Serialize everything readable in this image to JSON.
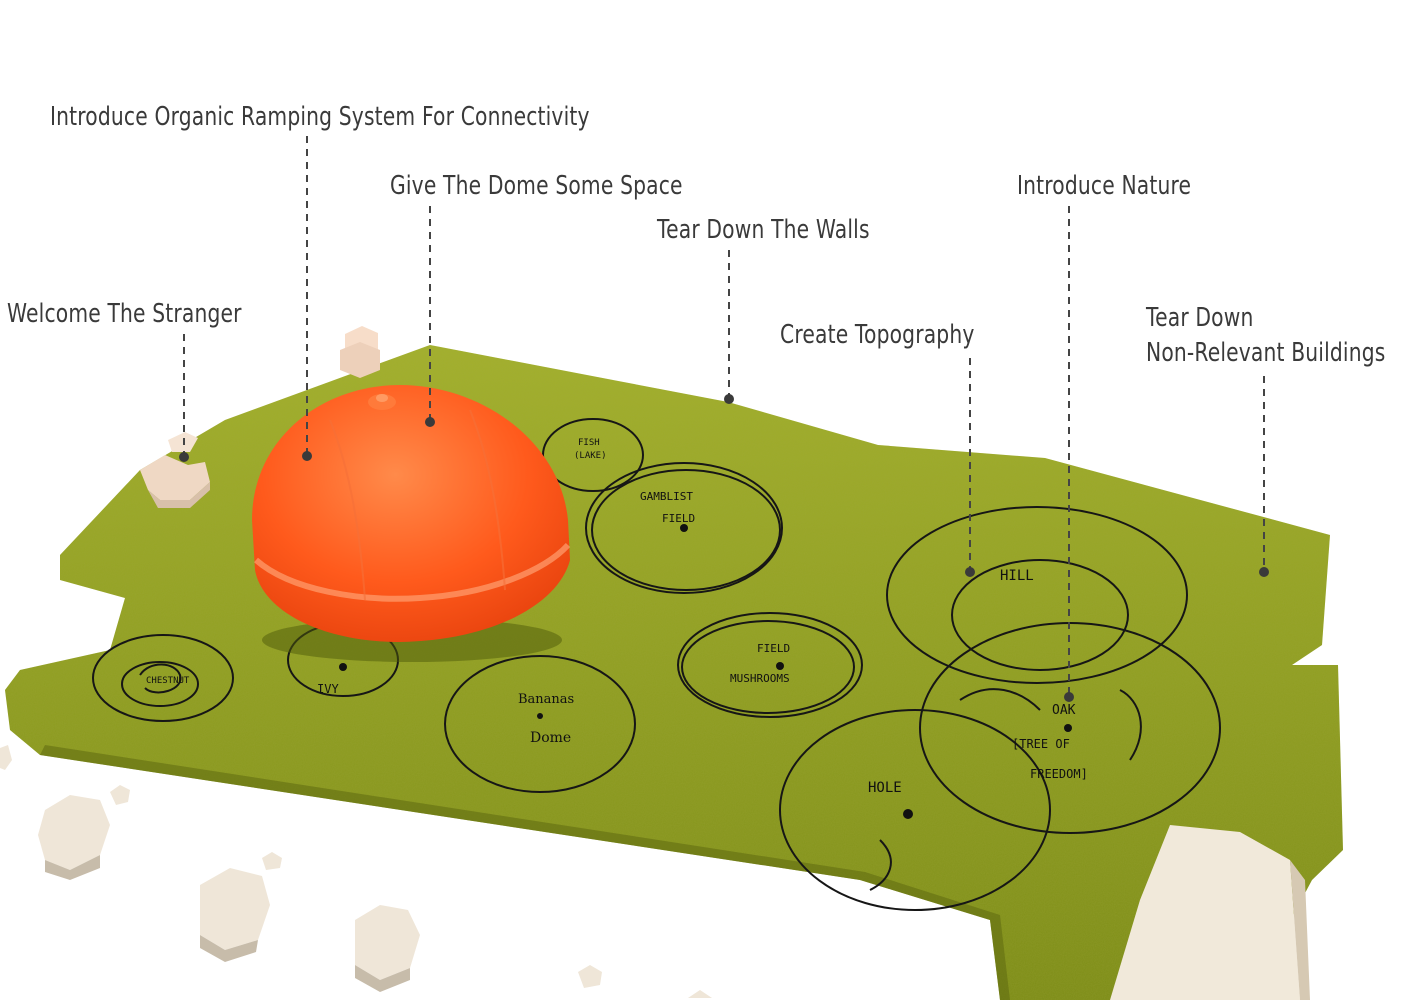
{
  "annotations": [
    {
      "id": "ramping",
      "text": "Introduce Organic Ramping System For Connectivity"
    },
    {
      "id": "dome-space",
      "text": "Give The Dome Some Space"
    },
    {
      "id": "walls",
      "text": "Tear Down The Walls"
    },
    {
      "id": "nature",
      "text": "Introduce Nature"
    },
    {
      "id": "stranger",
      "text": "Welcome The Stranger"
    },
    {
      "id": "topography",
      "text": "Create Topography"
    },
    {
      "id": "teardown",
      "lines": [
        "Tear Down",
        "Non-Relevant Buildings"
      ]
    }
  ],
  "sketch_labels": {
    "fish": "FISH",
    "fish_sub": "(LAKE)",
    "gambling": "GAMBLIST",
    "field_top": "FIELD",
    "hill": "HILL",
    "chestnut": "CHESTNUT",
    "ivy": "IVY",
    "bananas": "Bananas",
    "dome": "Dome",
    "field": "FIELD",
    "mushrooms": "MUSHROOMS",
    "oak": "OAK",
    "tree1": "[TREE OF",
    "tree2": "FREEDOM]",
    "hole": "HOLE"
  },
  "colors": {
    "grass": "#8a9a1e",
    "grass_light": "#a3b12c",
    "dome": "#ff5a1c",
    "building": "#efe6d8",
    "text": "#3a3a3a"
  }
}
